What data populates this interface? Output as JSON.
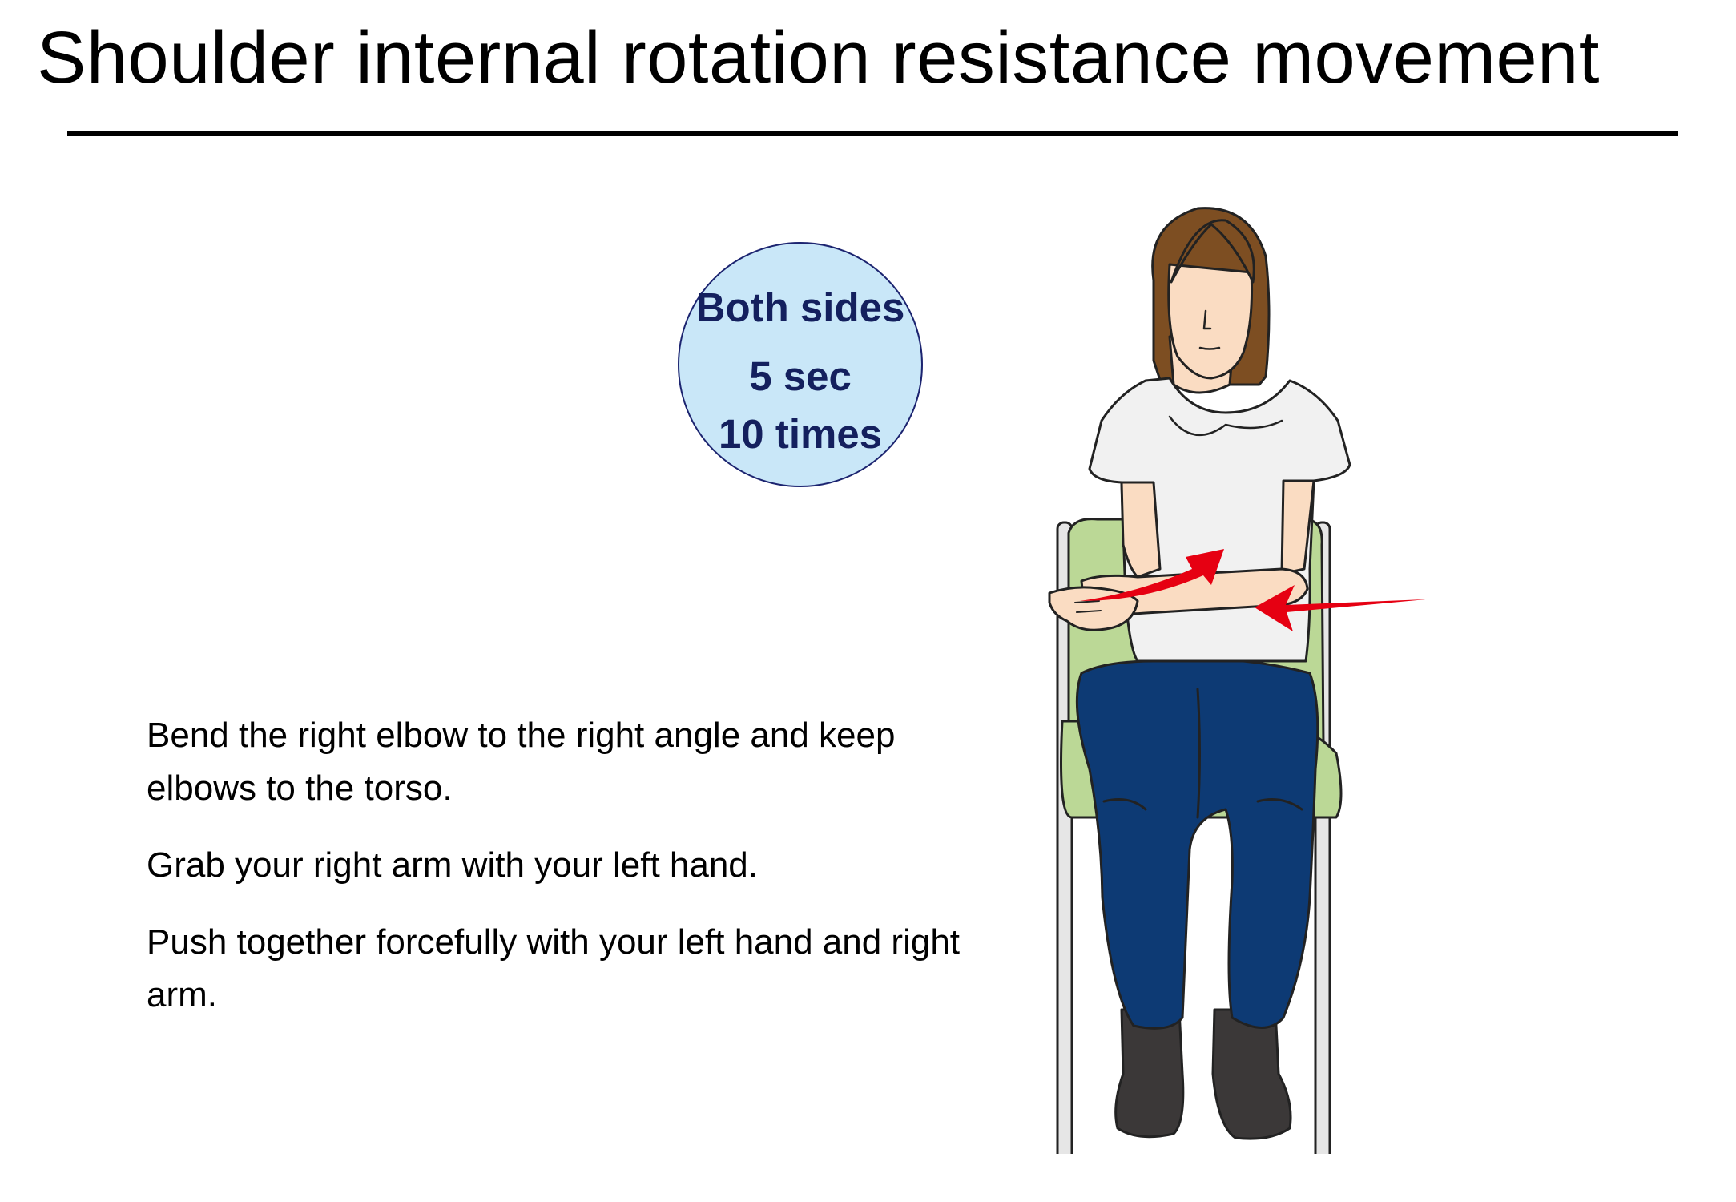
{
  "title": "Shoulder internal rotation resistance movement",
  "badge": {
    "line1": "Both sides",
    "line2": "5 sec",
    "line3": "10 times",
    "fill_color": "#c9e7f8",
    "text_color": "#14205e"
  },
  "instructions": [
    "Bend the right elbow to the right angle and keep elbows to the torso.",
    "Grab your right arm with your left hand.",
    "Push together forcefully with your left hand and right arm."
  ],
  "illustration": {
    "subject": "seated woman pressing forearms together",
    "arrow_color": "#e60012",
    "hair_color": "#7d4e22",
    "skin_color": "#fadcc2",
    "shirt_color": "#f1f1f1",
    "pants_color": "#0d3a74",
    "chair_color": "#bbd896",
    "shoe_color": "#3b3838"
  }
}
